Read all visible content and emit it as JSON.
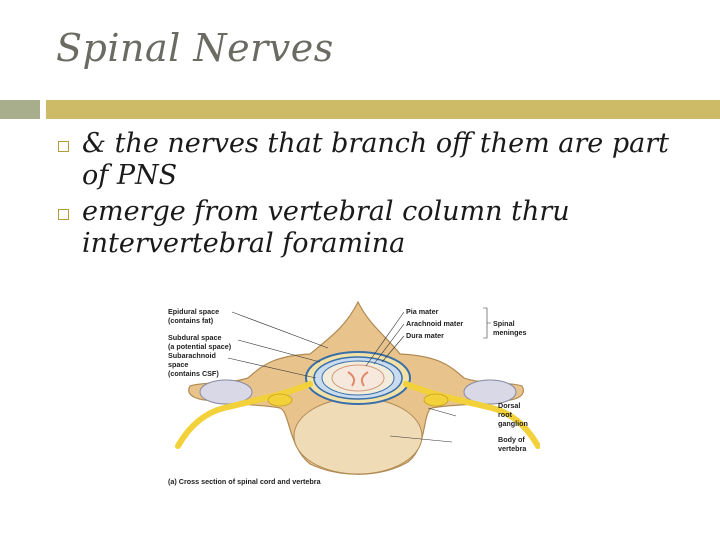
{
  "slide": {
    "title": "Spinal Nerves",
    "bullets": [
      "& the nerves that branch off them are part of PNS",
      "emerge from vertebral column thru intervertebral foramina"
    ]
  },
  "figure": {
    "labels_left": {
      "epidural": [
        "Epidural space",
        "(contains fat)"
      ],
      "subdural": [
        "Subdural space",
        "(a potential space)"
      ],
      "subarachnoid": [
        "Subarachnoid",
        "space",
        "(contains CSF)"
      ]
    },
    "labels_right": {
      "pia": "Pia mater",
      "arachnoid": "Arachnoid mater",
      "dura": "Dura mater",
      "meninges": [
        "Spinal",
        "meninges"
      ],
      "ganglion": [
        "Dorsal",
        "root",
        "ganglion"
      ],
      "body": [
        "Body of",
        "vertebra"
      ]
    },
    "caption": "(a) Cross section of spinal cord and vertebra"
  },
  "colors": {
    "accent_bar": "#cdbb68",
    "accent_block": "#a8ad8c",
    "bone": "#e8c48c",
    "nerve": "#f2d13a"
  }
}
